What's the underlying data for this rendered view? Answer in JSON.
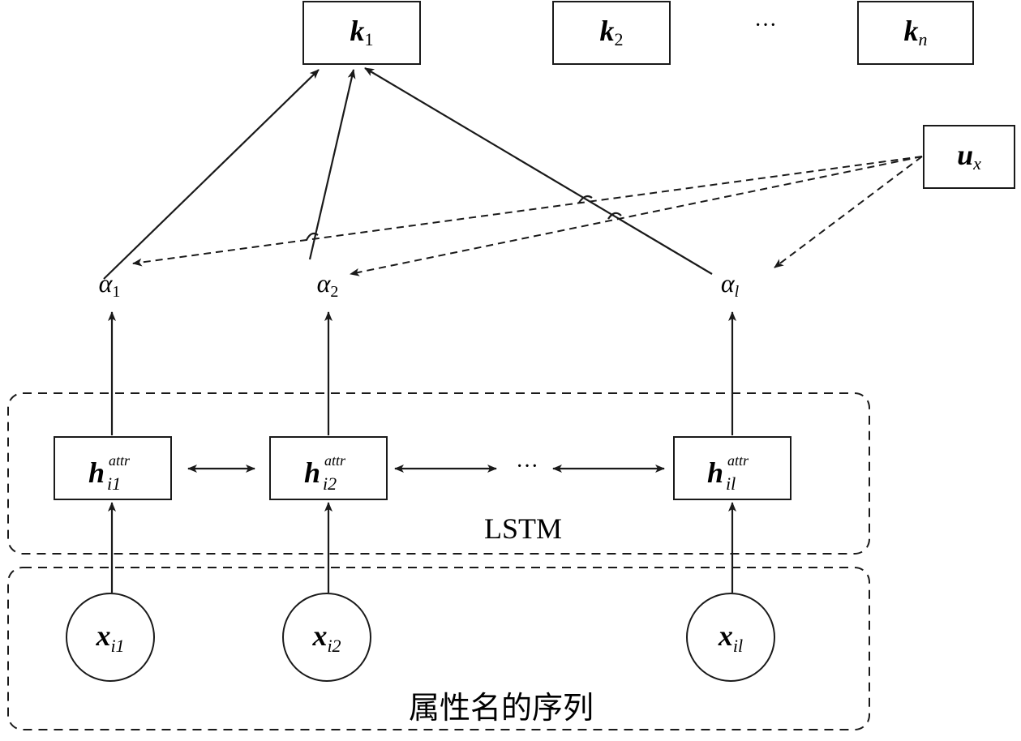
{
  "outputs": [
    {
      "base": "k",
      "sub": "1"
    },
    {
      "base": "k",
      "sub": "2"
    },
    {
      "base": "k",
      "sub": "n"
    }
  ],
  "output_ellipsis": "···",
  "context_vector": {
    "base": "u",
    "sub": "x"
  },
  "weights": [
    {
      "base": "α",
      "sub": "1"
    },
    {
      "base": "α",
      "sub": "2"
    },
    {
      "base": "α",
      "sub": "l"
    }
  ],
  "hidden_states": [
    {
      "base": "h",
      "sub": "i1",
      "sup": "attr"
    },
    {
      "base": "h",
      "sub": "i2",
      "sup": "attr"
    },
    {
      "base": "h",
      "sub": "il",
      "sup": "attr"
    }
  ],
  "hidden_ellipsis": "···",
  "inputs": [
    {
      "base": "x",
      "sub": "i1"
    },
    {
      "base": "x",
      "sub": "i2"
    },
    {
      "base": "x",
      "sub": "il"
    }
  ],
  "lstm_label": "LSTM",
  "sequence_label": "属性名的序列"
}
